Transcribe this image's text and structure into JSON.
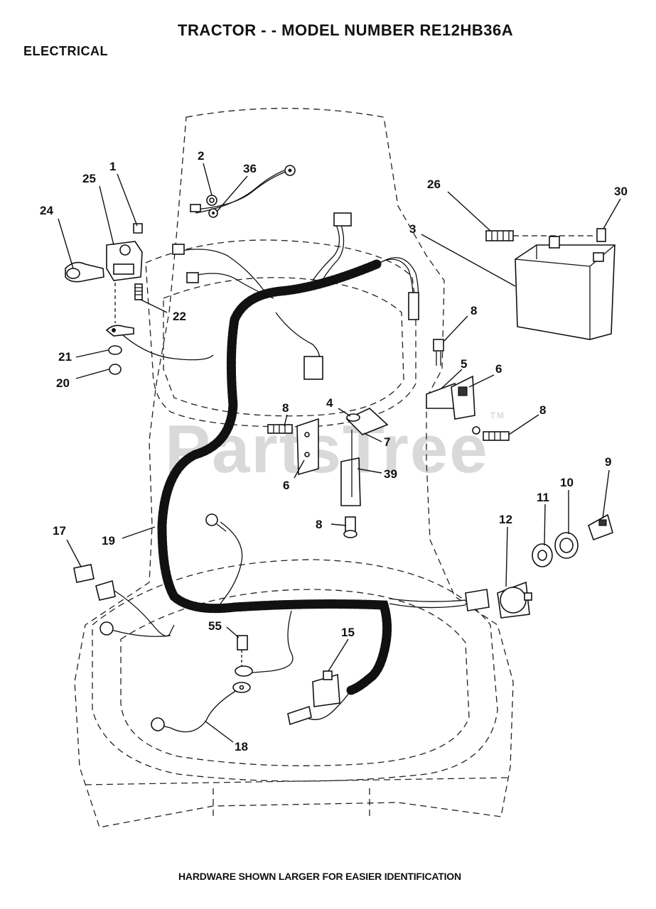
{
  "header": {
    "title": "TRACTOR - - MODEL NUMBER RE12HB36A",
    "section": "ELECTRICAL"
  },
  "watermark": {
    "text": "PartsTree",
    "tm": "TM"
  },
  "footer": {
    "note": "HARDWARE SHOWN LARGER FOR EASIER IDENTIFICATION"
  },
  "callouts": [
    {
      "id": "c1",
      "label": "1"
    },
    {
      "id": "c25",
      "label": "25"
    },
    {
      "id": "c24",
      "label": "24"
    },
    {
      "id": "c2",
      "label": "2"
    },
    {
      "id": "c36",
      "label": "36"
    },
    {
      "id": "c22",
      "label": "22"
    },
    {
      "id": "c21",
      "label": "21"
    },
    {
      "id": "c20",
      "label": "20"
    },
    {
      "id": "c26",
      "label": "26"
    },
    {
      "id": "c30",
      "label": "30"
    },
    {
      "id": "c3",
      "label": "3"
    },
    {
      "id": "c8a",
      "label": "8"
    },
    {
      "id": "c5",
      "label": "5"
    },
    {
      "id": "c6a",
      "label": "6"
    },
    {
      "id": "c8b",
      "label": "8"
    },
    {
      "id": "c8c",
      "label": "8"
    },
    {
      "id": "c4",
      "label": "4"
    },
    {
      "id": "c7",
      "label": "7"
    },
    {
      "id": "c39",
      "label": "39"
    },
    {
      "id": "c6b",
      "label": "6"
    },
    {
      "id": "c8d",
      "label": "8"
    },
    {
      "id": "c9",
      "label": "9"
    },
    {
      "id": "c10",
      "label": "10"
    },
    {
      "id": "c11",
      "label": "11"
    },
    {
      "id": "c12",
      "label": "12"
    },
    {
      "id": "c17",
      "label": "17"
    },
    {
      "id": "c19",
      "label": "19"
    },
    {
      "id": "c55",
      "label": "55"
    },
    {
      "id": "c15",
      "label": "15"
    },
    {
      "id": "c18",
      "label": "18"
    }
  ]
}
